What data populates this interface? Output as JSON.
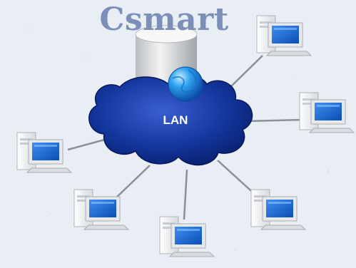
{
  "diagram": {
    "title": "Csmart",
    "hub_label": "LAN",
    "nodes": [
      {
        "name": "workstation-top-right"
      },
      {
        "name": "workstation-right"
      },
      {
        "name": "workstation-left"
      },
      {
        "name": "workstation-bottom-left"
      },
      {
        "name": "workstation-bottom-center"
      },
      {
        "name": "workstation-bottom-right"
      }
    ],
    "colors": {
      "background": "#e9eef4",
      "title": "#7b8fb8",
      "cloud": "#0a2a8a",
      "cloud_highlight": "#3a5fd0",
      "globe": "#1e90e6",
      "screen": "#1a6fd8",
      "link": "#8a9098"
    }
  }
}
